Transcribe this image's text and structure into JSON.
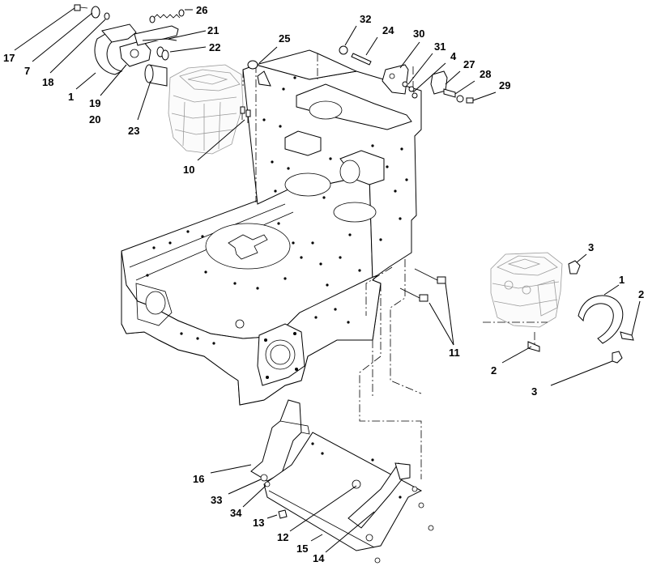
{
  "callouts": {
    "c17": "17",
    "c7": "7",
    "c18": "18",
    "c1a": "1",
    "c19": "19",
    "c20": "20",
    "c23": "23",
    "c26": "26",
    "c21": "21",
    "c22": "22",
    "c10": "10",
    "c25": "25",
    "c32": "32",
    "c24": "24",
    "c30": "30",
    "c31": "31",
    "c4": "4",
    "c27": "27",
    "c28": "28",
    "c29": "29",
    "c3a": "3",
    "c1b": "1",
    "c2a": "2",
    "c11": "11",
    "c2b": "2",
    "c3b": "3",
    "c16": "16",
    "c33": "33",
    "c34": "34",
    "c13": "13",
    "c12": "12",
    "c15": "15",
    "c14": "14"
  }
}
